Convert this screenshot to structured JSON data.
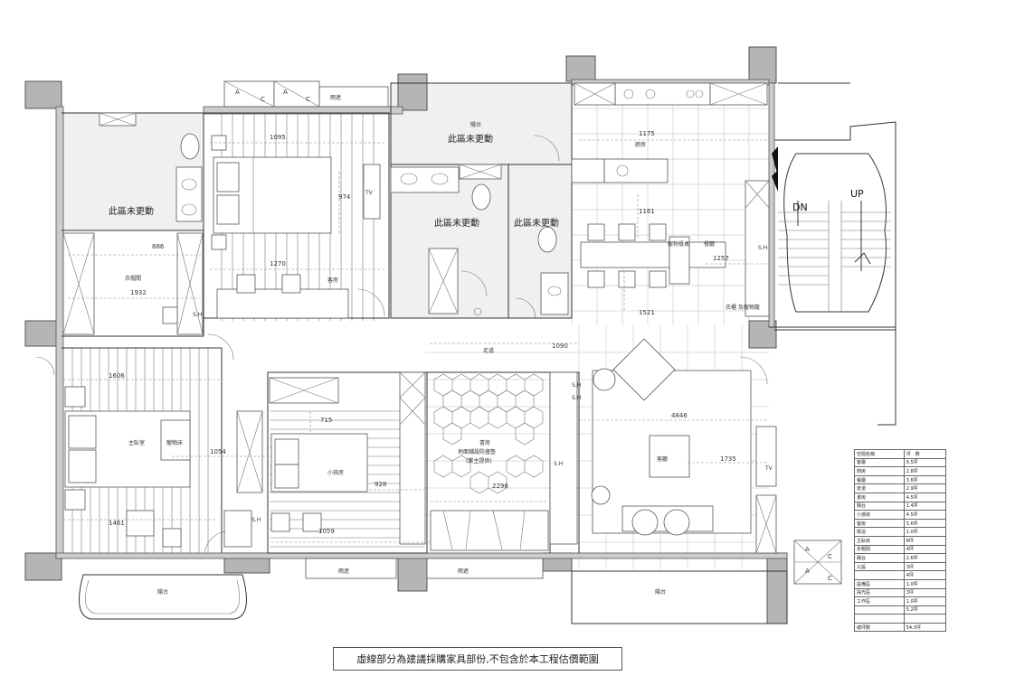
{
  "rooms": {
    "balcony_top": "陽台",
    "unchanged_top": "此區未更動",
    "unchanged_left": "此區未更動",
    "unchanged_mid": "此區未更動",
    "unchanged_right": "此區未更動",
    "kitchen": "廚房",
    "guest_room": "客房",
    "rain_cover_top": "雨遮",
    "wardrobe": "衣帽間",
    "pet_dining": "寵物餐桌",
    "dining": "餐廳",
    "wardrobe_and_pet_cage": "衣櫃 及寵物籠",
    "corridor": "走道",
    "master_bedroom": "主臥室",
    "pet_bed": "寵物床",
    "kids_room": "小孩房",
    "study": "書房",
    "study_floor_note_1": "地面鋪設防撞墊",
    "study_floor_note_2": "(業主提供)",
    "living_room": "客廳",
    "balcony_left": "陽台",
    "balcony_right": "陽台",
    "rain_cover_bottom_1": "雨遮",
    "rain_cover_bottom_2": "雨遮",
    "tv_1": "TV",
    "tv_2": "TV",
    "sh": "S.H",
    "stair_down": "DN",
    "stair_up": "UP",
    "ac_a": "A",
    "ac_c": "C"
  },
  "dimensions": {
    "d1095": "1095",
    "d974": "974",
    "d1175": "1175",
    "d1161": "1161",
    "d1257": "1257",
    "d886": "886",
    "d1932": "1932",
    "d1270": "1270",
    "d1521": "1521",
    "d1090": "1090",
    "d1606": "1606",
    "d715": "715",
    "d4846": "4846",
    "d1054": "1054",
    "d928": "928",
    "d2296": "2296",
    "d1735": "1735",
    "d1461": "1461",
    "d1059": "1059"
  },
  "area_table": {
    "header": [
      "空間名稱",
      "坪　數"
    ],
    "rows": [
      [
        "客廳",
        "6.5坪"
      ],
      [
        "廚房",
        "2.8坪"
      ],
      [
        "餐廳",
        "3.6坪"
      ],
      [
        "走道",
        "2.9坪"
      ],
      [
        "書房",
        "4.5坪"
      ],
      [
        "陽台",
        "1.4坪"
      ],
      [
        "小孩房",
        "4.5坪"
      ],
      [
        "客房",
        "5.6坪"
      ],
      [
        "衛浴",
        "1.0坪"
      ],
      [
        "主臥房",
        "8坪"
      ],
      [
        "衣帽間",
        "4坪"
      ],
      [
        "陽台",
        "2.6坪"
      ],
      [
        "公設",
        "3坪"
      ],
      [
        "",
        "4坪"
      ],
      [
        "設備區",
        "1.0坪"
      ],
      [
        "採光區",
        "3坪"
      ],
      [
        "工作區",
        "1.0坪"
      ],
      [
        "",
        "5.2坪"
      ],
      [
        "",
        ""
      ],
      [
        "總坪數",
        "54.3坪"
      ]
    ]
  },
  "caption": "虛線部分為建議採購家具部份,不包含於本工程估價範圍"
}
